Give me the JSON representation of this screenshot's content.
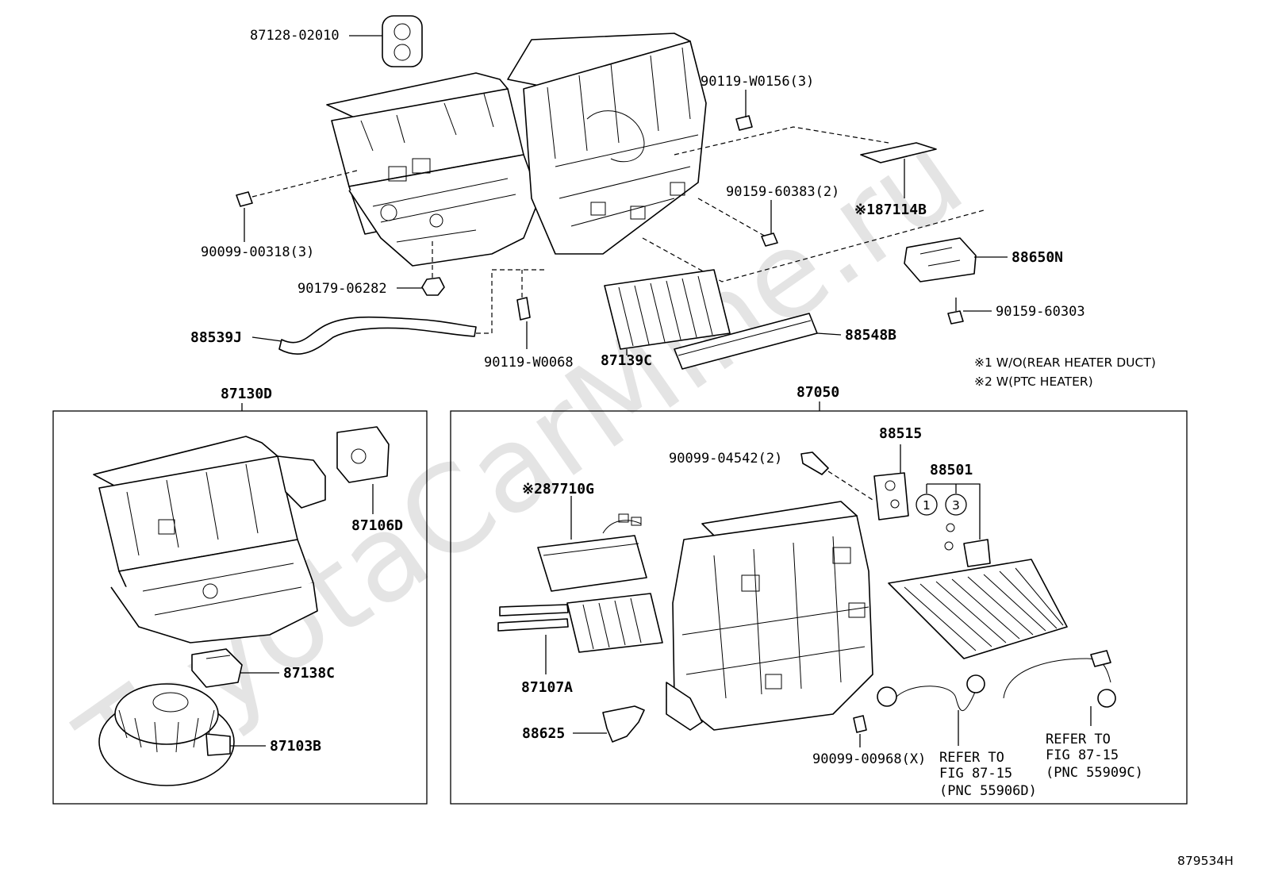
{
  "watermark": "ToyotaCarMine.ru",
  "figure_code": "879534H",
  "notes": [
    "※1 W/O(REAR HEATER DUCT)",
    "※2 W(PTC HEATER)"
  ],
  "marker1": "1",
  "marker3": "3",
  "labels": {
    "p8712802010": "87128-02010",
    "p90119W0156": "90119-W0156(3)",
    "p87114B": "※187114B",
    "p9015960383": "90159-60383(2)",
    "p9009900318": "90099-00318(3)",
    "p88650N": "88650N",
    "p9017906282": "90179-06282",
    "p9015960303": "90159-60303",
    "p88539J": "88539J",
    "p90119W0068": "90119-W0068",
    "p87139C": "87139C",
    "p88548B": "88548B",
    "p87130D": "87130D",
    "p87050": "87050",
    "p87106D": "87106D",
    "p87138C": "87138C",
    "p87103B": "87103B",
    "p88515": "88515",
    "p9009904542": "90099-04542(2)",
    "p88501": "88501",
    "p87710G": "※287710G",
    "p87107A": "87107A",
    "p88625": "88625",
    "p9009900968": "90099-00968(X)"
  },
  "refs": [
    [
      "REFER TO",
      "FIG 87-15",
      "(PNC 55906D)"
    ],
    [
      "REFER TO",
      "FIG 87-15",
      "(PNC 55909C)"
    ]
  ]
}
